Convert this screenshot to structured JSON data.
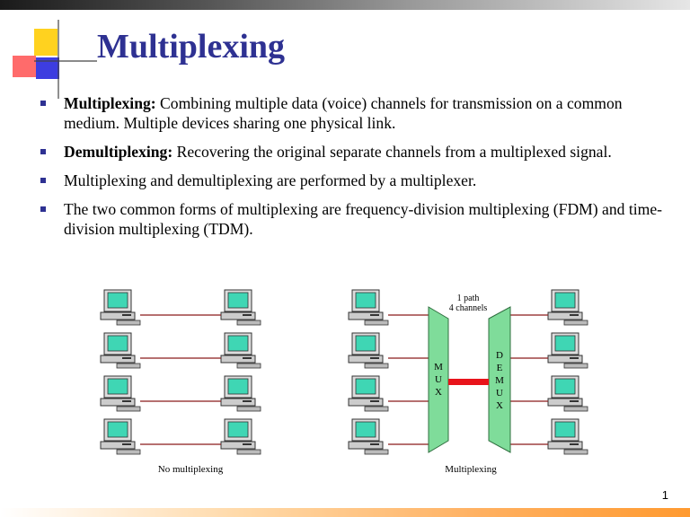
{
  "slide": {
    "title": "Multiplexing",
    "page_number": "1",
    "bullets": [
      {
        "bold": "Multiplexing:",
        "text": " Combining multiple data (voice) channels for transmission on a common medium. Multiple devices sharing one physical link."
      },
      {
        "bold": " Demultiplexing:",
        "text": " Recovering the original separate channels from a multiplexed signal."
      },
      {
        "bold": "",
        "text": " Multiplexing and demultiplexing are performed by a multiplexer."
      },
      {
        "bold": "",
        "text": " The two common forms of multiplexing are frequency-division multiplexing (FDM) and time-division multiplexing (TDM)."
      }
    ],
    "bullet_color": "#2e3192",
    "title_color": "#2e3192"
  },
  "figure": {
    "left_caption": "No multiplexing",
    "right_caption": "Multiplexing",
    "path_label_line1": "1 path",
    "path_label_line2": "4 channels",
    "mux_label": "MUX",
    "demux_label": "DEMUX",
    "link_color": "#8b1a1a",
    "shared_link_color": "#e8141b",
    "box_color": "#7fdc9a",
    "monitor_screen_color": "#3fd6b4"
  }
}
